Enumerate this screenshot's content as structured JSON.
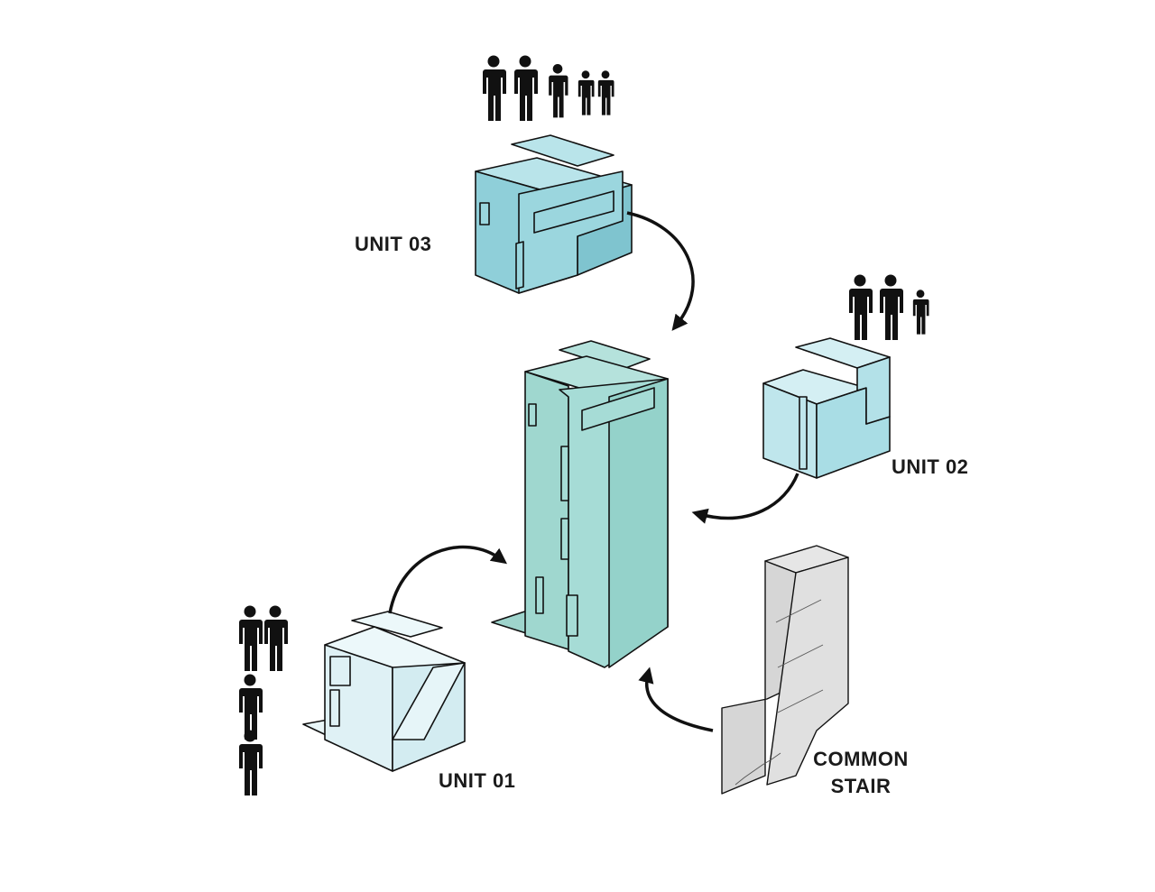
{
  "colors": {
    "unit03": "#9bd6de",
    "unit02": "#bfe6ec",
    "unit01": "#dff1f5",
    "tower": "#a6dcd6",
    "stair": "#dcdcdc",
    "outline": "#111111"
  },
  "labels": {
    "unit03": "UNIT 03",
    "unit02": "UNIT 02",
    "unit01": "UNIT 01",
    "stair_line1": "COMMON",
    "stair_line2": "STAIR"
  },
  "occupants": {
    "unit03": [
      "adult",
      "adult",
      "teen",
      "child",
      "child"
    ],
    "unit02": [
      "adult",
      "adult",
      "child"
    ],
    "unit01": [
      "adult",
      "adult",
      "adult",
      "adult"
    ]
  }
}
